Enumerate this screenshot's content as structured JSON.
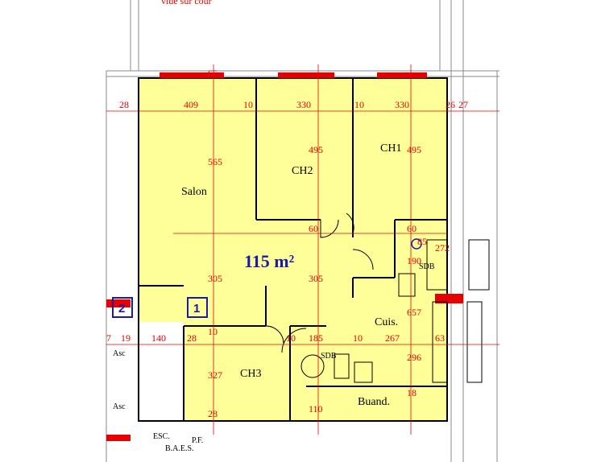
{
  "plan": {
    "area_label": "115 m²",
    "top_fragment": "vide sur cour",
    "rooms": {
      "salon": "Salon",
      "ch2": "CH2",
      "ch1": "CH1",
      "ch3": "CH3",
      "cuis": "Cuis.",
      "buand": "Buand.",
      "sdb1": "SDB",
      "sdb2": "SDB"
    },
    "markers": {
      "one": "1",
      "two": "2"
    },
    "labels": {
      "asc1": "Asc",
      "asc2": "Asc",
      "esc": "ESC.",
      "baes": "B.A.E.S.",
      "pf": "P.F."
    },
    "dims": {
      "d28a": "28",
      "d409": "409",
      "d10a": "10",
      "d330a": "330",
      "d10b": "10",
      "d330b": "330",
      "d26": "26",
      "d27": "27",
      "d565": "565",
      "d495a": "495",
      "d495b": "495",
      "d60a": "60",
      "d60b": "60",
      "d85": "85",
      "d305a": "305",
      "d305b": "305",
      "d190": "190",
      "d272": "272",
      "d657": "657",
      "d19": "19",
      "d140": "140",
      "d28b": "28",
      "d10c": "10",
      "d10d": "10",
      "d185": "185",
      "d10e": "10",
      "d267": "267",
      "d63": "63",
      "d327": "327",
      "d296": "296",
      "d18": "18",
      "d110": "110",
      "d28c": "28",
      "d7": "7",
      "d65": "65"
    }
  }
}
